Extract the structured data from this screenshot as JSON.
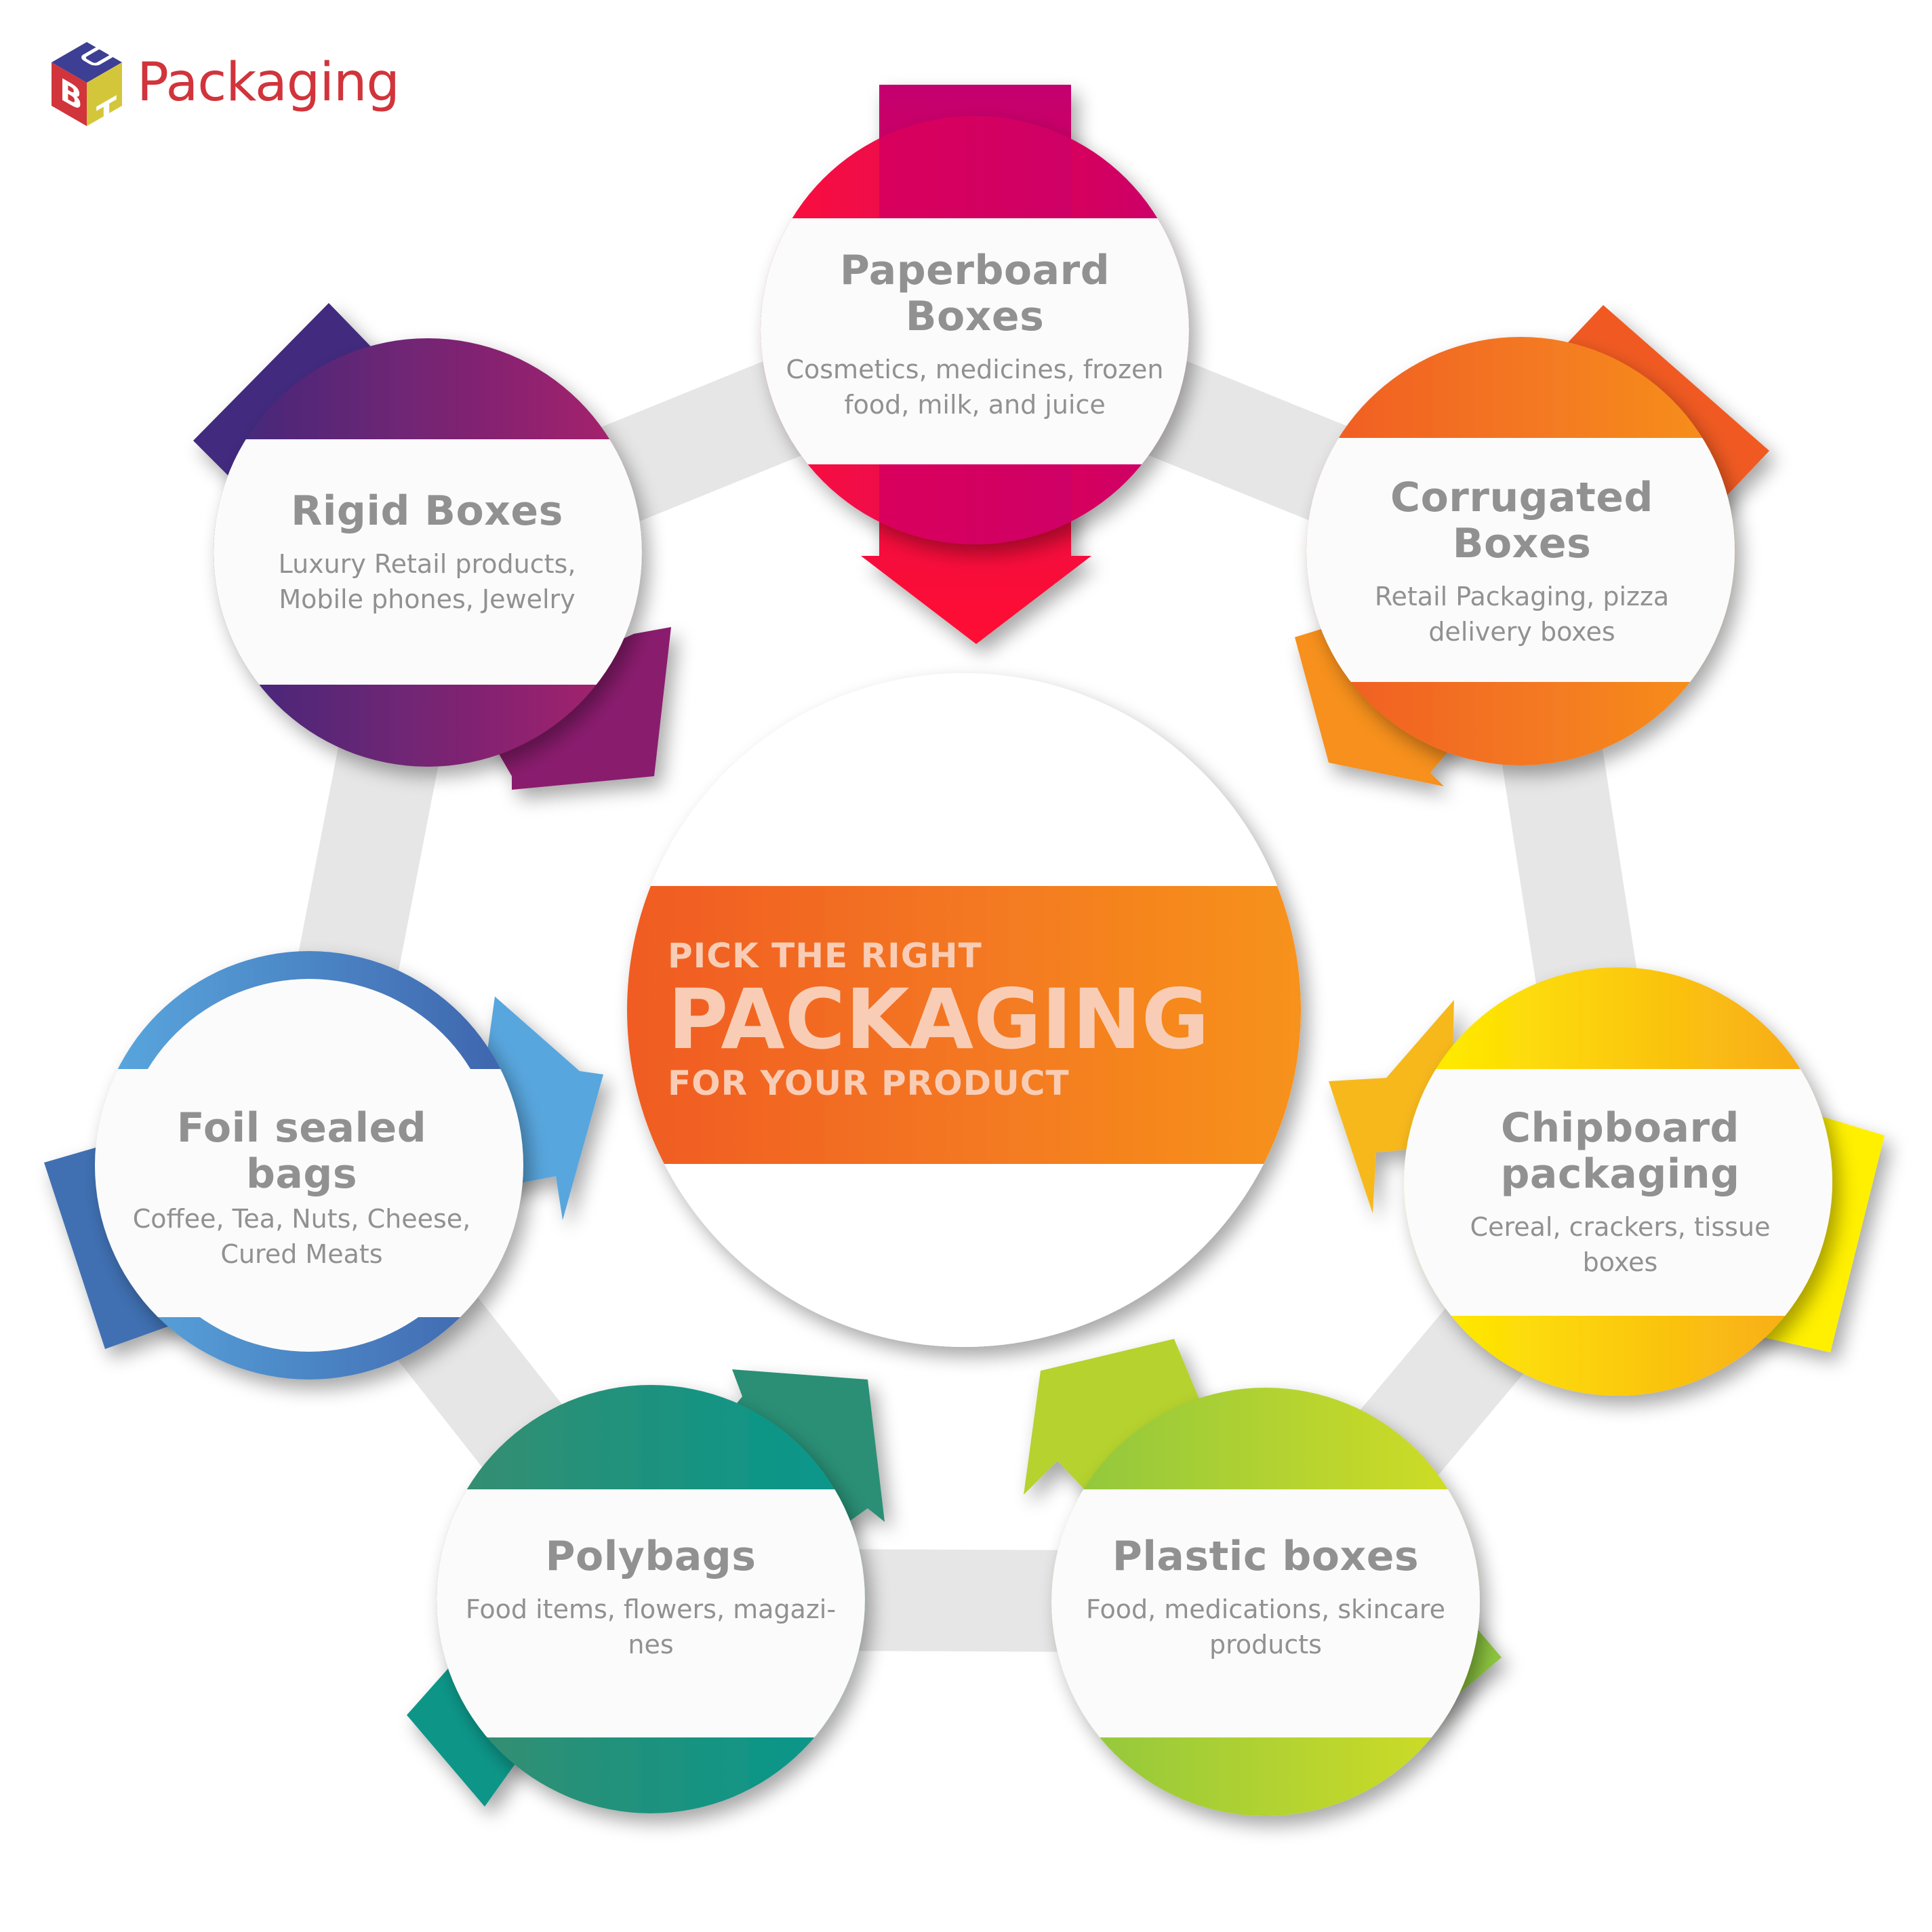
{
  "logo": {
    "brand_letters": [
      "O",
      "B",
      "T"
    ],
    "text": "Packaging",
    "colors": {
      "top": "#3d3f94",
      "left": "#d1343b",
      "right": "#d4c63a",
      "text": "#d1343b"
    }
  },
  "center": {
    "line1": "PICK THE RIGHT",
    "line2": "PACKAGING",
    "line3": "FOR YOUR PRODUCT",
    "band_gradient": [
      "#f05a24",
      "#f7941d"
    ],
    "text_color": "#f9cdb5"
  },
  "nodes": [
    {
      "id": "paperboard",
      "title_lines": [
        "Paperboard",
        "Boxes"
      ],
      "desc_lines": [
        "Cosmetics, medicines, frozen",
        "food, milk, and juice"
      ],
      "gradient": [
        "#ff0f3a",
        "#c4006f"
      ],
      "arrow_direction": "down"
    },
    {
      "id": "corrugated",
      "title_lines": [
        "Corrugated",
        "Boxes"
      ],
      "desc_lines": [
        "Retail Packaging, pizza",
        "delivery boxes"
      ],
      "gradient": [
        "#f05a24",
        "#f7941d"
      ],
      "arrow_direction": "down-left"
    },
    {
      "id": "chipboard",
      "title_lines": [
        "Chipboard",
        "packaging"
      ],
      "desc_lines": [
        "Cereal, crackers, tissue",
        "boxes"
      ],
      "gradient": [
        "#fff200",
        "#f7a21b"
      ],
      "arrow_direction": "left"
    },
    {
      "id": "plastic",
      "title_lines": [
        "Plastic boxes"
      ],
      "desc_lines": [
        "Food, medications, skincare",
        "products"
      ],
      "gradient": [
        "#8dc63f",
        "#d7df23"
      ],
      "arrow_direction": "up-left"
    },
    {
      "id": "polybags",
      "title_lines": [
        "Polybags"
      ],
      "desc_lines": [
        "Food items, flowers, magazi-",
        "nes"
      ],
      "gradient": [
        "#3a8d6e",
        "#00988f"
      ],
      "arrow_direction": "up-right"
    },
    {
      "id": "foil",
      "title_lines": [
        "Foil sealed",
        "bags"
      ],
      "desc_lines": [
        "Coffee, Tea, Nuts, Cheese,",
        "Cured Meats"
      ],
      "gradient": [
        "#5aaae0",
        "#3c5ea8"
      ],
      "arrow_direction": "right"
    },
    {
      "id": "rigid",
      "title_lines": [
        "Rigid Boxes"
      ],
      "desc_lines": [
        "Luxury Retail products,",
        "Mobile phones, Jewelry"
      ],
      "gradient": [
        "#3c2a7c",
        "#b21f6a"
      ],
      "arrow_direction": "down-right"
    }
  ],
  "connector_color": "#e6e6e6",
  "text_color": "#919191"
}
